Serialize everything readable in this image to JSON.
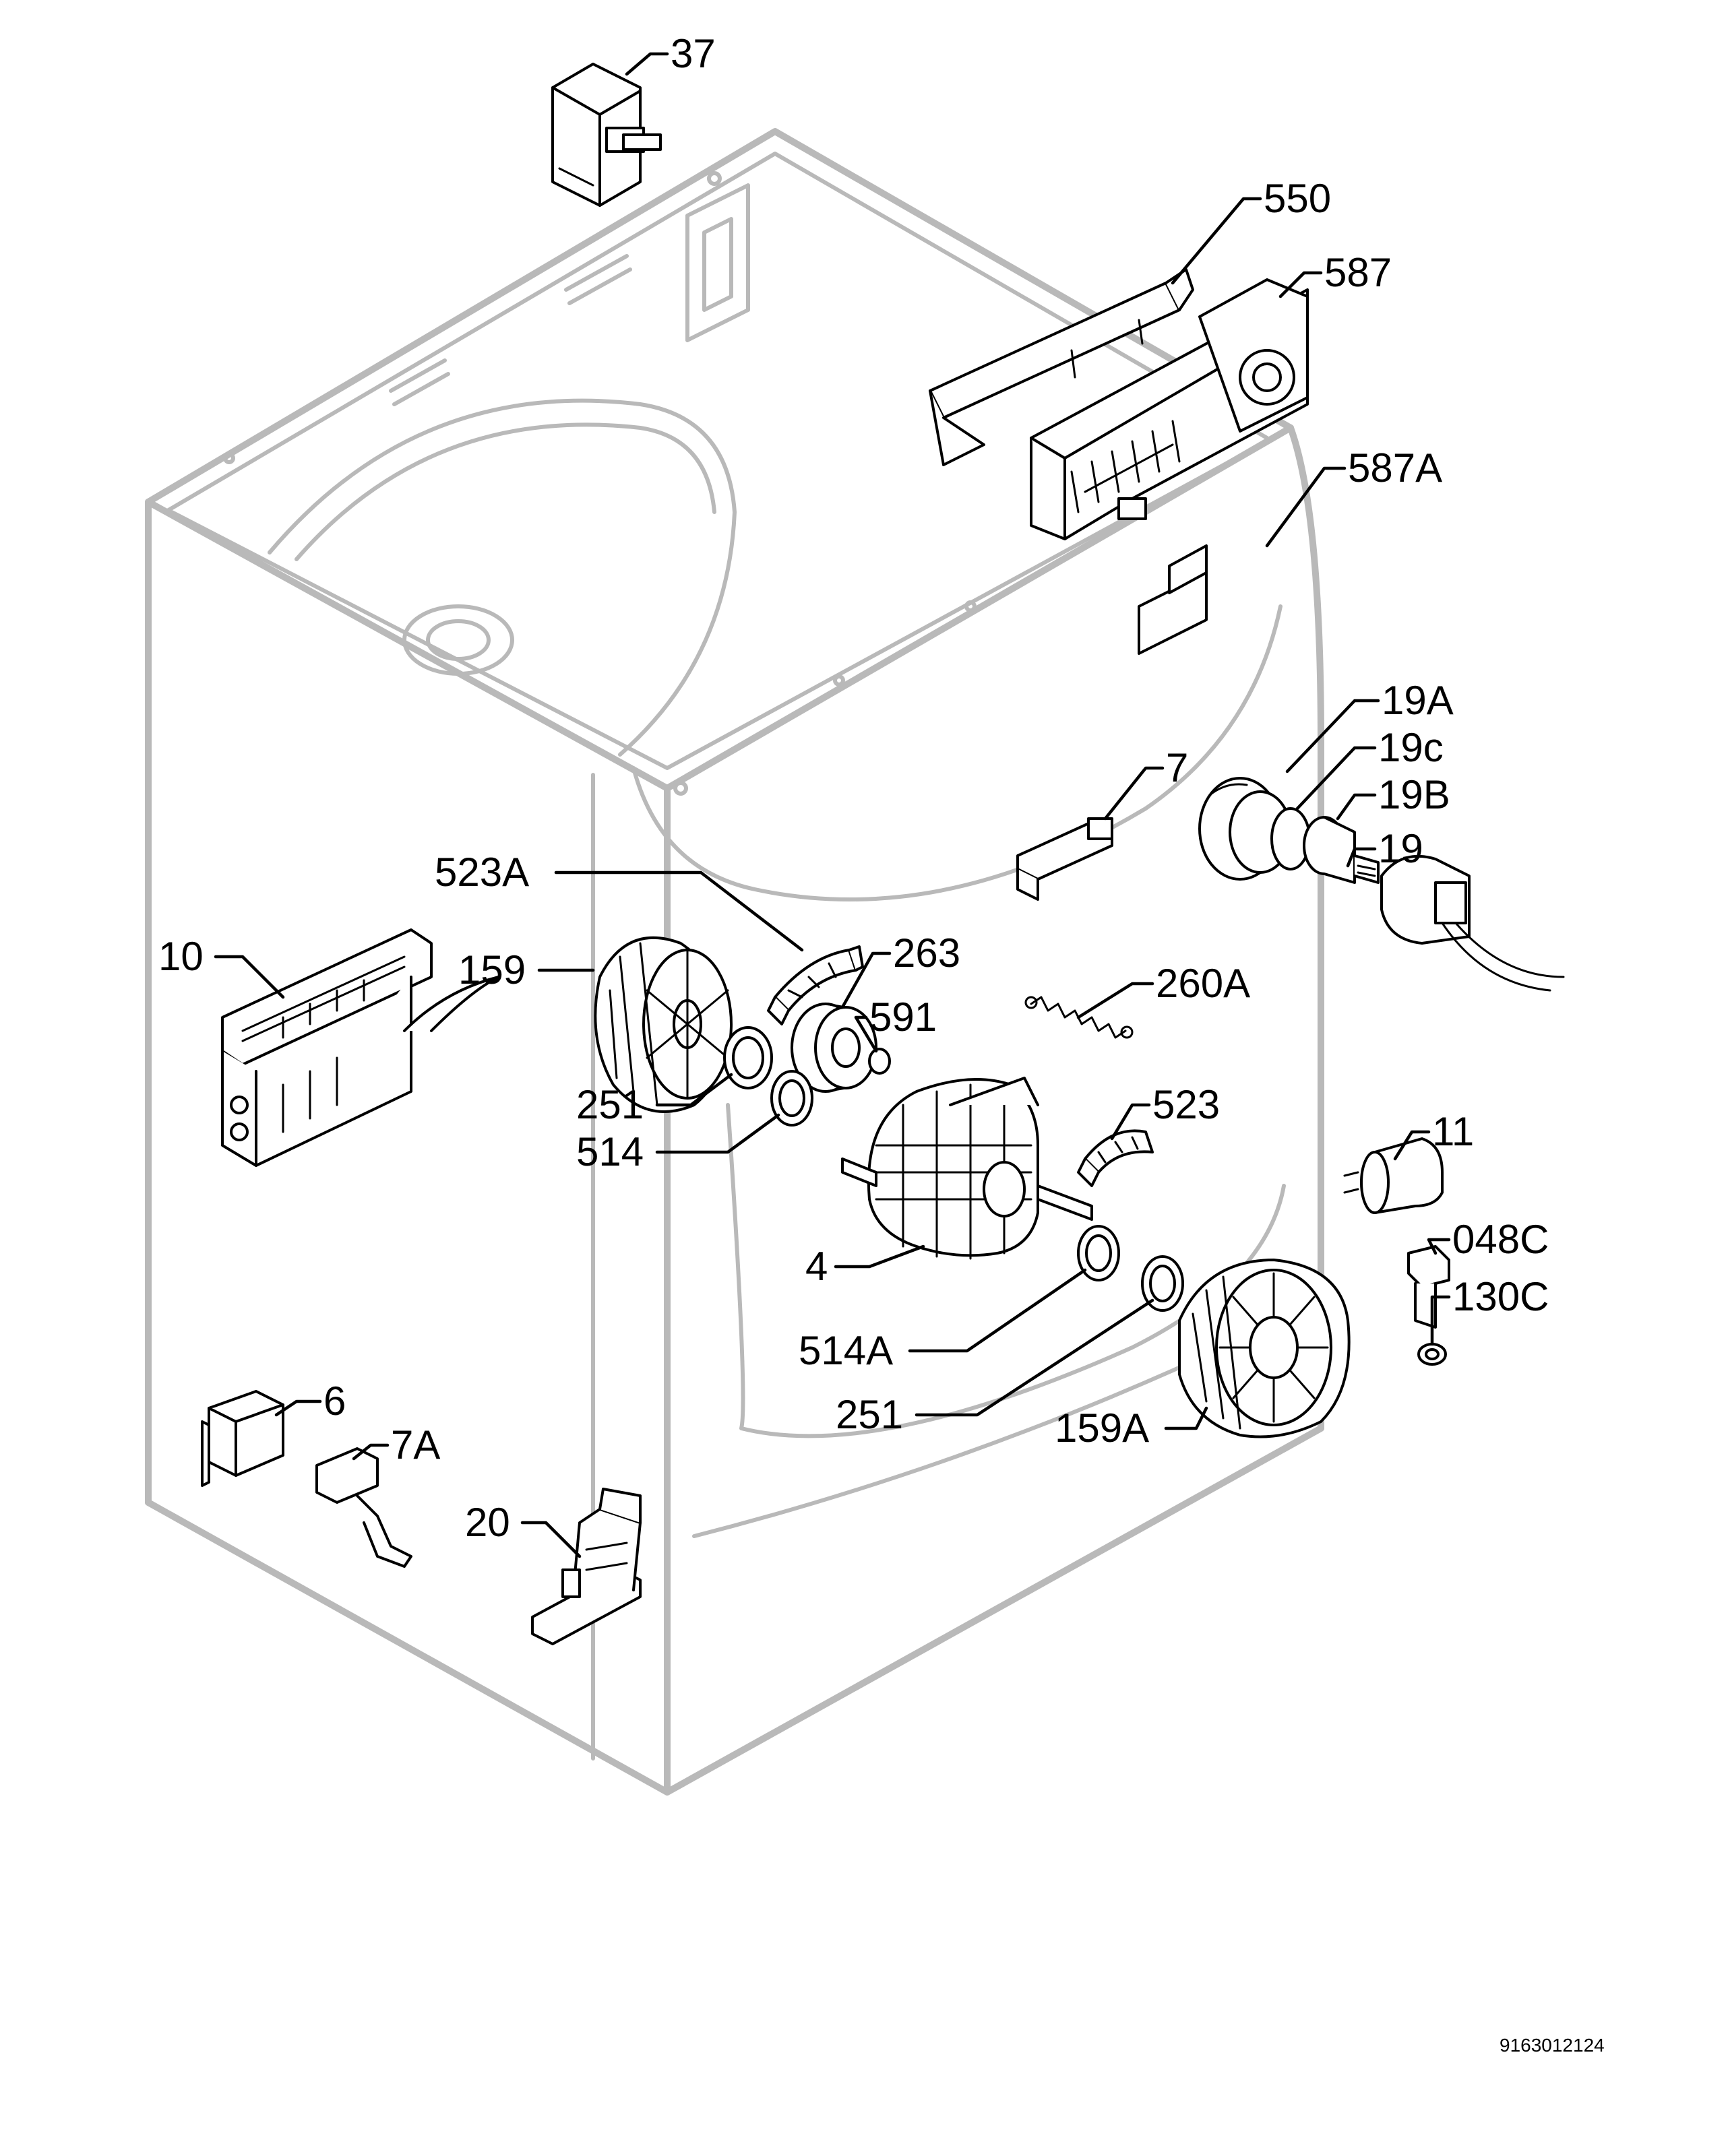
{
  "labels": {
    "p37": "37",
    "p550": "550",
    "p587": "587",
    "p587A": "587A",
    "p19A": "19A",
    "p19c": "19c",
    "p19B": "19B",
    "p19": "19",
    "p7": "7",
    "p523A": "523A",
    "p263": "263",
    "p10": "10",
    "p159": "159",
    "p260A": "260A",
    "p591": "591",
    "p251a": "251",
    "p514": "514",
    "p523": "523",
    "p11": "11",
    "p4": "4",
    "p048C": "048C",
    "p130C": "130C",
    "p514A": "514A",
    "p251b": "251",
    "p159A": "159A",
    "p6": "6",
    "p7A": "7A",
    "p20": "20"
  },
  "reference_number": "9163012124"
}
